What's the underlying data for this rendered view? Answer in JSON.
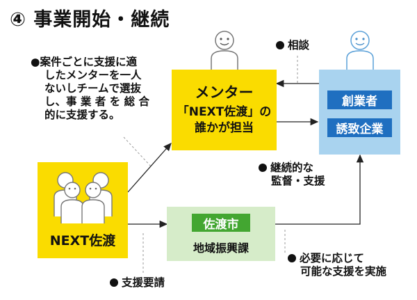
{
  "title": "④ 事業開始・継続",
  "note_top": {
    "lines": [
      "●案件ごとに支援に適",
      "したメンターを一人",
      "ないしチームで選抜",
      "し、事 業 者 を 総 合",
      "的に支援する。"
    ]
  },
  "label_consult": "相談",
  "label_supervise": [
    "継続的な",
    "監督・支援"
  ],
  "label_request": "支援要請",
  "label_implement": [
    "必要に応じて",
    "可能な支援を実施"
  ],
  "mentor": {
    "title": "メンター",
    "line1": "「NEXT佐渡」の",
    "line2": "誰かが担当"
  },
  "founder": {
    "badge1": "創業者",
    "badge2": "誘致企業"
  },
  "next": {
    "label": "NEXT佐渡"
  },
  "city": {
    "badge": "佐渡市",
    "dept": "地域振興課"
  },
  "colors": {
    "yellow": "#fadc00",
    "lightblue": "#a9d3ef",
    "lightgreen": "#d6ecc9",
    "blue": "#1f6fc0",
    "green": "#43a631"
  }
}
